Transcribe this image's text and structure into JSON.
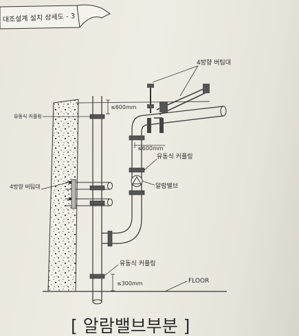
{
  "banner_title": "대조설계 설치 상세도 - 3",
  "labels": {
    "brace_4way_top": "4방향 버팀대",
    "coupling_left": "유동식 커플링",
    "dim_600_upper": "≤600mm",
    "dim_600_lower": "≤600mm",
    "coupling_mid": "유동식 커플링",
    "alarm_valve": "알람밸브",
    "brace_4way_left": "4방향 버팀대",
    "coupling_bottom": "유동식 커플링",
    "dim_300": "≤300mm",
    "floor": "FLOOR"
  },
  "footer_title": "[ 알람밸브부분 ]"
}
